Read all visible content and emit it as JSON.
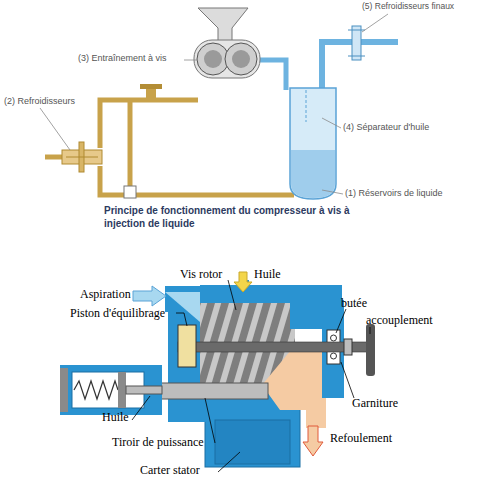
{
  "diagram": {
    "title": "Principe de fonctionnement du compresseur à vis à injection de liquide",
    "labels": [
      "(3) Entraînement à vis",
      "(5) Refroidisseurs finaux",
      "(2) Refroidisseurs",
      "(4) Séparateur d'huile",
      "(1) Réservoirs de liquide",
      "Vis rotor",
      "Huile",
      "Aspiration",
      "Piston d'équilibrage",
      "butée",
      "accouplement",
      "Garniture",
      "Huile",
      "Tiroir de puissance",
      "Refoulement",
      "Carter stator"
    ]
  }
}
